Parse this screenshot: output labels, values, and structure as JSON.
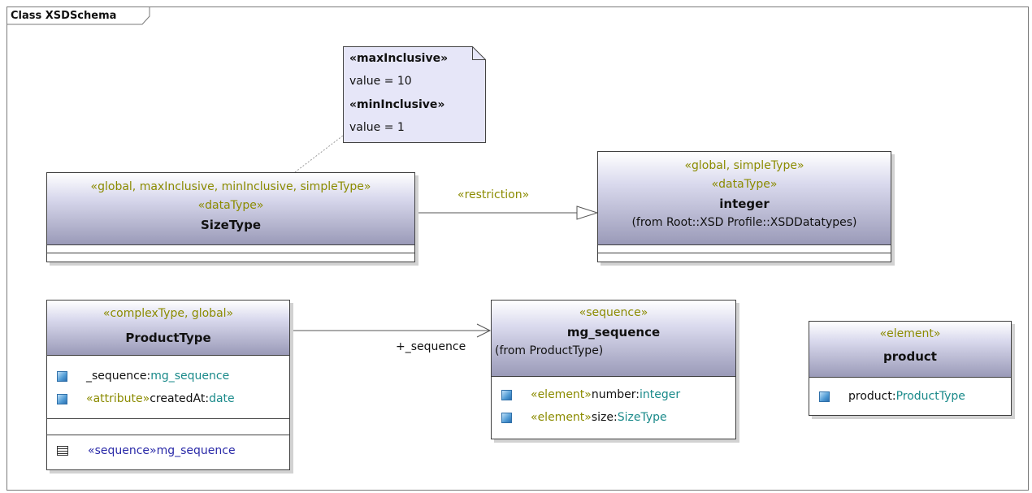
{
  "frame": {
    "title": "Class XSDSchema"
  },
  "note": {
    "lines": [
      "«maxInclusive»",
      "value =  10",
      "«minInclusive»",
      "value =  1"
    ]
  },
  "classes": {
    "sizetype": {
      "stereotype1": "«global, maxInclusive, minInclusive, simpleType»",
      "stereotype2": "«dataType»",
      "name": "SizeType"
    },
    "integer": {
      "stereotype1": "«global, simpleType»",
      "stereotype2": "«dataType»",
      "name": "integer",
      "from": "(from Root::XSD Profile::XSDDatatypes)"
    },
    "producttype": {
      "stereotype": "«complexType, global»",
      "name": "ProductType",
      "attributes": [
        {
          "keyword": "",
          "name": "_sequence:",
          "type": "mg_sequence"
        },
        {
          "keyword": "«attribute»",
          "name": " createdAt:",
          "type": "date"
        }
      ],
      "operation": {
        "keyword": "«sequence»",
        "name": " mg_sequence"
      }
    },
    "mg_sequence": {
      "stereotype": "«sequence»",
      "name": "mg_sequence",
      "from": "(from ProductType)",
      "attributes": [
        {
          "keyword": "«element»",
          "name": " number:",
          "type": "integer"
        },
        {
          "keyword": "«element»",
          "name": " size:",
          "type": "SizeType"
        }
      ]
    },
    "product": {
      "stereotype": "«element»",
      "name": "product",
      "attributes": [
        {
          "keyword": "",
          "name": "product:",
          "type": "ProductType"
        }
      ]
    }
  },
  "edges": {
    "restriction_label": "«restriction»",
    "sequence_role": "+_sequence"
  },
  "colors": {
    "stereotype": "#8b8b00",
    "type": "#1a8a8a",
    "note_fill": "#e6e6f8",
    "header_gradient_dark": "#9a9ab8"
  }
}
